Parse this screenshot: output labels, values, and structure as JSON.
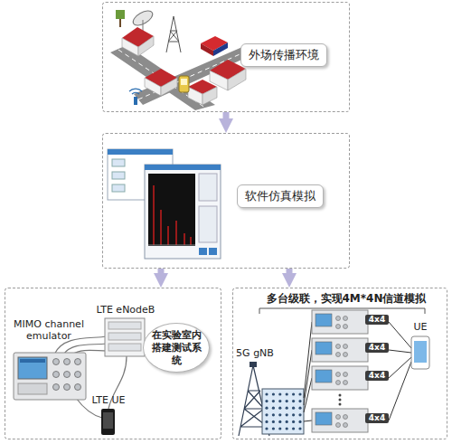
{
  "diagram": {
    "nodes": [
      {
        "text": [
          "外场传播环境"
        ]
      },
      {
        "text": [
          "软件仿真模拟"
        ]
      },
      {
        "text": [
          "在实验室内搭建测试系统"
        ]
      },
      {
        "text": [
          "多台级联，实现4M*4N信道模拟"
        ]
      }
    ],
    "edges": [
      {
        "from": 0,
        "to": 1,
        "arrow": "to"
      },
      {
        "from": 1,
        "to": 2,
        "arrow": "to"
      },
      {
        "from": 1,
        "to": 3,
        "arrow": "to"
      }
    ],
    "labels": [
      "MIMO channel emulator",
      "LTE eNodeB",
      "LTE UE",
      "5G gNB",
      "4x4",
      "4x4",
      "4x4",
      "4x4",
      "UE"
    ]
  }
}
